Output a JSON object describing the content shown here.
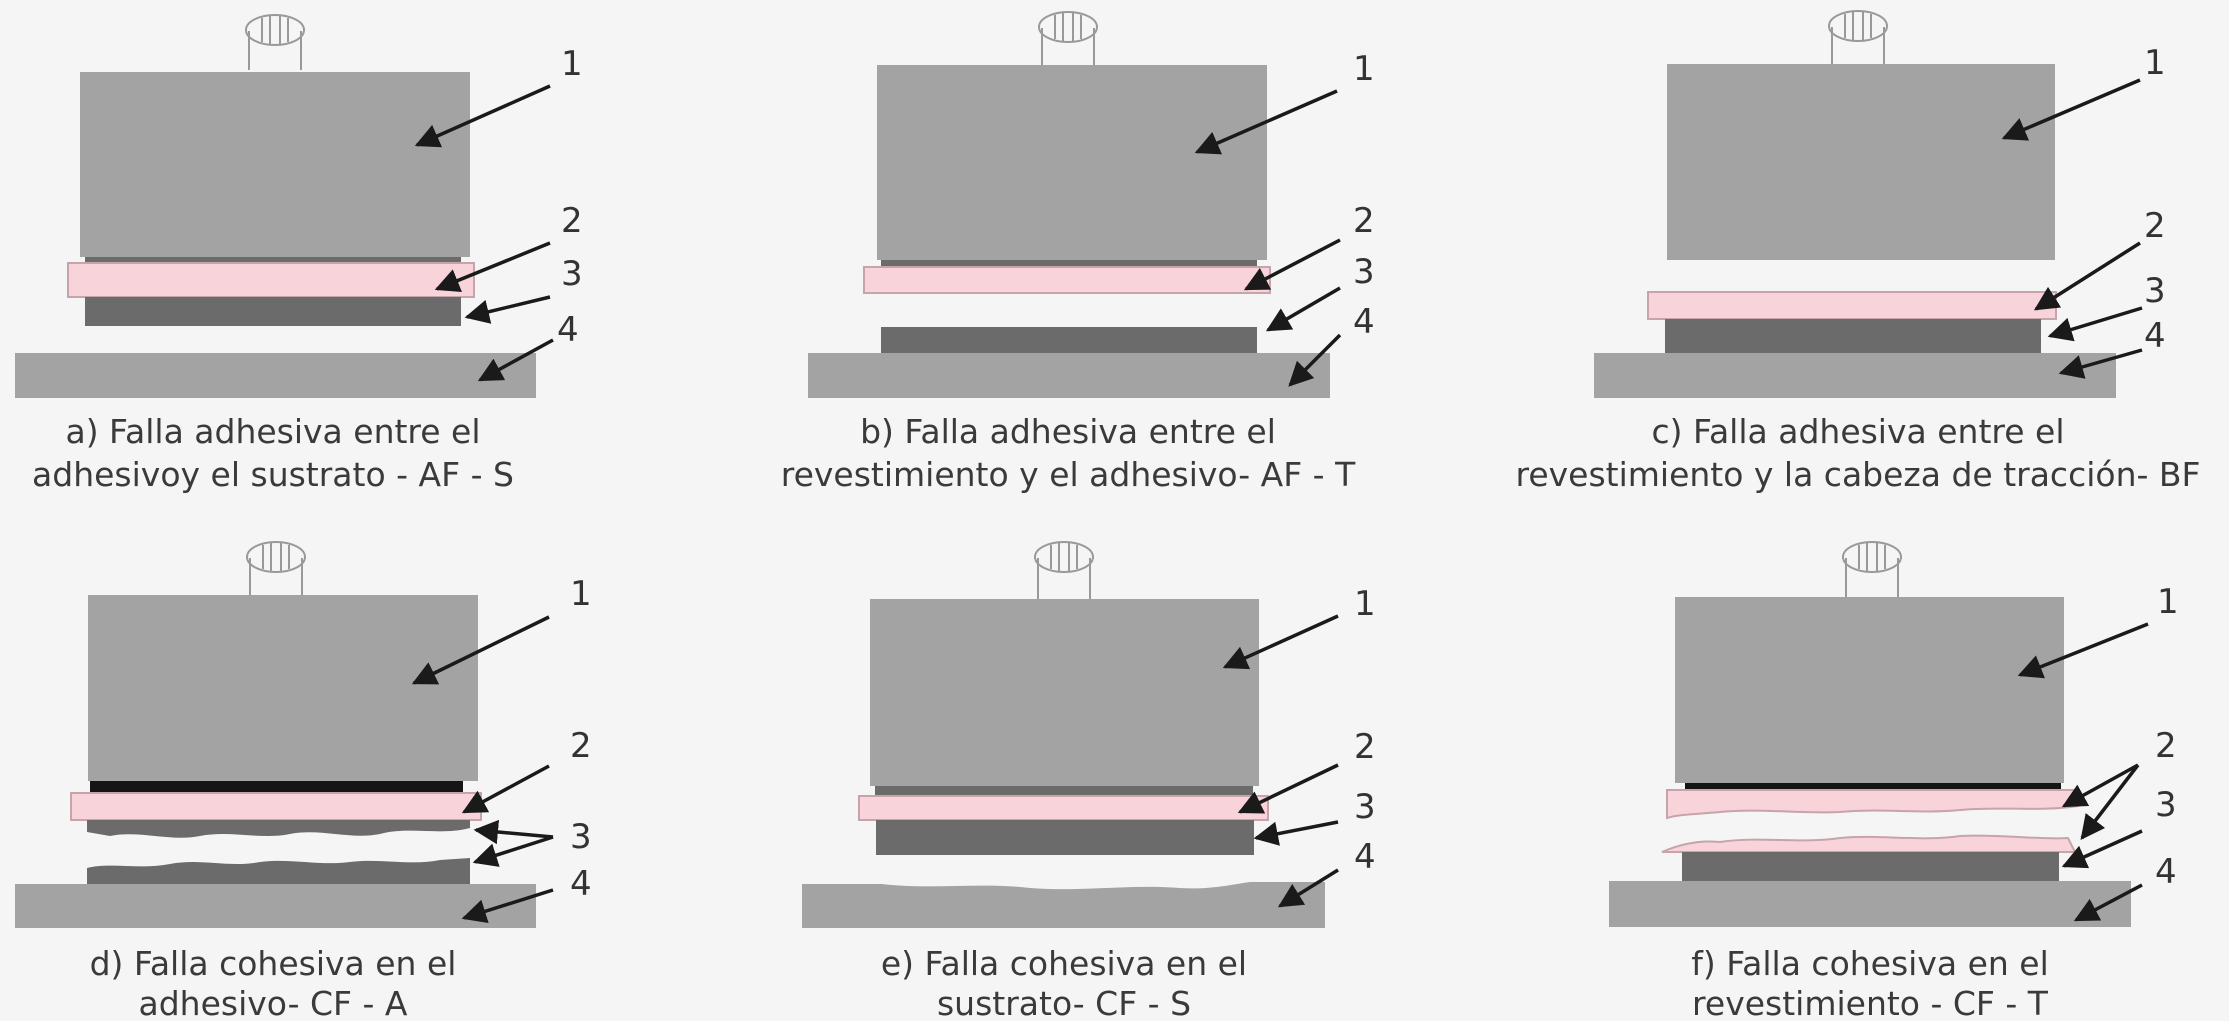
{
  "colors": {
    "background": "#f5f5f5",
    "block": "#a3a3a3",
    "dark_layer": "#6b6b6b",
    "black_layer": "#151515",
    "pink_coating": "#f8d3da",
    "pink_edge": "#c6a4ab",
    "arrow": "#1a1a1a",
    "white": "#ffffff"
  },
  "panels": [
    {
      "id": "a",
      "caption_line1": "a) Falla adhesiva entre el",
      "caption_line2": "adhesivoy el sustrato - AF - S",
      "labels": [
        "1",
        "2",
        "3",
        "4"
      ]
    },
    {
      "id": "b",
      "caption_line1": "b) Falla adhesiva entre el",
      "caption_line2": "revestimiento y el adhesivo- AF - T",
      "labels": [
        "1",
        "2",
        "3",
        "4"
      ]
    },
    {
      "id": "c",
      "caption_line1": "c) Falla adhesiva entre el",
      "caption_line2": "revestimiento y la cabeza de tracción- BF",
      "labels": [
        "1",
        "2",
        "3",
        "4"
      ]
    },
    {
      "id": "d",
      "caption_line1": "d) Falla cohesiva en el",
      "caption_line2": "adhesivo- CF - A",
      "labels": [
        "1",
        "2",
        "3",
        "4"
      ]
    },
    {
      "id": "e",
      "caption_line1": "e) Falla cohesiva en el",
      "caption_line2": "sustrato- CF - S",
      "labels": [
        "1",
        "2",
        "3",
        "4"
      ]
    },
    {
      "id": "f",
      "caption_line1": "f) Falla cohesiva en el",
      "caption_line2": "revestimiento - CF - T",
      "labels": [
        "1",
        "2",
        "3",
        "4"
      ]
    }
  ]
}
